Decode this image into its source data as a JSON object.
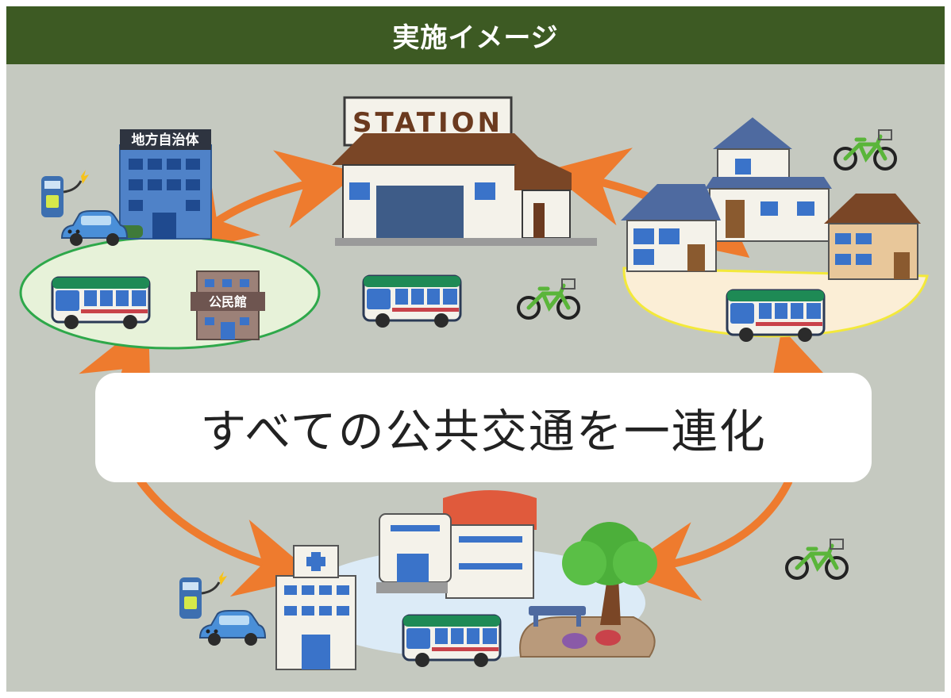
{
  "header": {
    "title": "実施イメージ"
  },
  "callout": {
    "text": "すべての公共交通を一連化"
  },
  "labels": {
    "station": "STATION",
    "city_hall": "地方自治体",
    "community_center": "公民館"
  },
  "colors": {
    "header_bg": "#3d5a23",
    "panel_bg": "#c5c9c0",
    "arrow": "#ee7b2e",
    "left_zone": "#e7f2d9",
    "right_zone": "#fbeed6",
    "bottom_zone": "#dcebf7"
  },
  "icons": [
    "station-icon",
    "city-hall-icon",
    "ev-charger-icon",
    "car-icon",
    "bus-icon",
    "bicycle-icon",
    "community-center-icon",
    "houses-icon",
    "school-icon",
    "hospital-icon",
    "tree-icon",
    "park-bench-icon"
  ]
}
